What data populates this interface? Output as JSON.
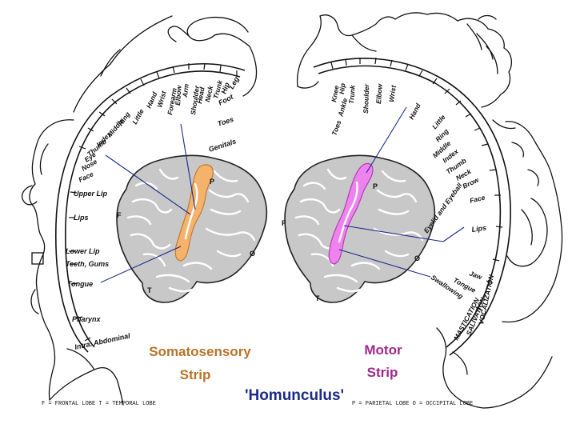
{
  "sensory_labels": {
    "toes": "Toes",
    "genitals": "Genitals",
    "foot": "Foot",
    "leg": "Leg",
    "hip": "Hip",
    "trunk": "Trunk",
    "neck": "Neck",
    "head": "Head",
    "shoulder": "Shoulder",
    "arm": "Arm",
    "elbow": "Elbow",
    "forearm": "Forearm",
    "wrist": "Wrist",
    "hand": "Hand",
    "little": "Little",
    "ring": "Ring",
    "middle": "Middle",
    "index": "Index",
    "thumb": "Thumb",
    "eye": "Eye",
    "nose": "Nose",
    "face": "Face",
    "upper_lip": "Upper Lip",
    "lips": "Lips",
    "lower_lip": "Lower Lip",
    "teeth_gums": "Teeth, Gums",
    "tongue": "Tongue",
    "pharynx": "Pharynx",
    "intra_abdominal": "Intra. Abdominal"
  },
  "motor_labels": {
    "toes": "Toes",
    "ankle": "Ankle",
    "knee": "Knee",
    "hip": "Hip",
    "trunk": "Trunk",
    "shoulder": "Shoulder",
    "elbow": "Elbow",
    "wrist": "Wrist",
    "hand": "Hand",
    "little": "Little",
    "ring": "Ring",
    "middle": "Middle",
    "index": "Index",
    "thumb": "Thumb",
    "neck": "Neck",
    "brow": "Brow",
    "eyelid_eyeball": "Eyelid and Eyeball",
    "face": "Face",
    "lips": "Lips",
    "jaw": "Jaw",
    "tongue": "Tongue",
    "swallowing": "Swallowing",
    "mastication": "MASTICATION",
    "salivation": "SALIVATION",
    "vocalization": "VOCALIZATION"
  },
  "lobe_letters": {
    "frontal": "F",
    "parietal": "P",
    "occipital": "O",
    "temporal": "T"
  },
  "titles": {
    "somatosensory_line1": "Somatosensory",
    "somatosensory_line2": "Strip",
    "motor_line1": "Motor",
    "motor_line2": "Strip",
    "main": "'Homunculus'"
  },
  "footnotes": {
    "left": "F = FRONTAL LOBE   T = TEMPORAL LOBE",
    "right": "P = PARIETAL LOBE   O = OCCIPITAL LOBE"
  },
  "colors": {
    "sensory_strip": "#f5b26b",
    "motor_strip": "#ee82ee",
    "sensory_title": "#b8732a",
    "motor_title": "#a0288c",
    "main_title": "#1a2a8a",
    "brain_fill": "#c8c8c8",
    "leader_lines": "#1a2a8a"
  }
}
